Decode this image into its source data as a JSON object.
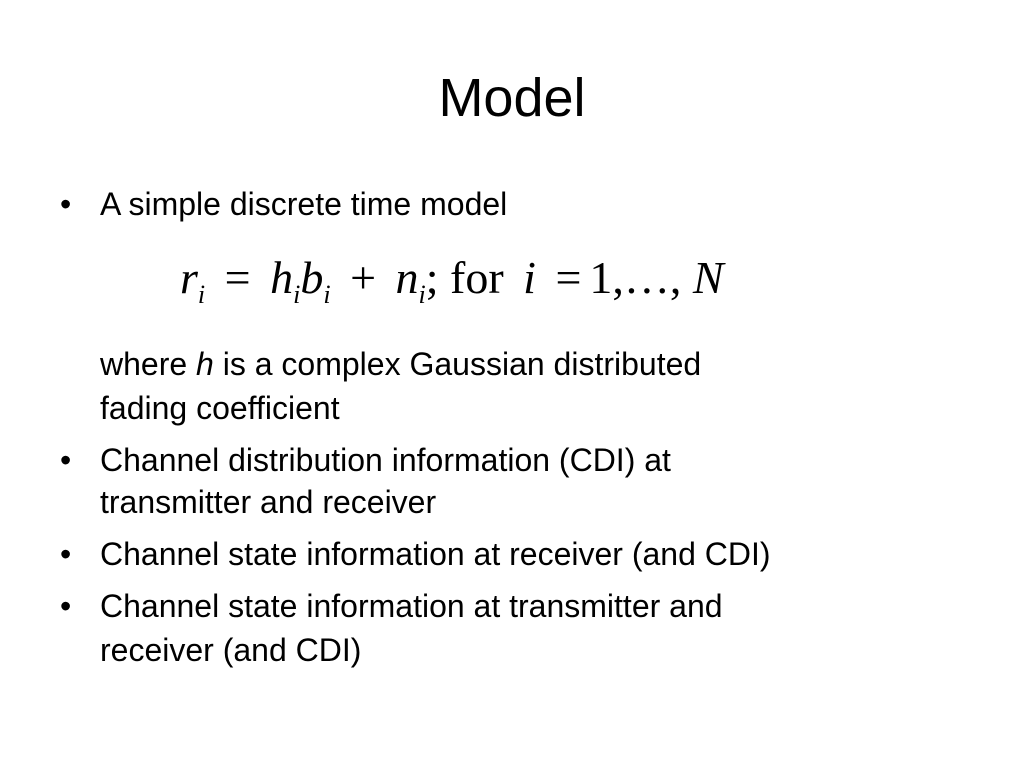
{
  "title": "Model",
  "bullets": [
    {
      "lines": [
        "A simple discrete time model"
      ]
    },
    {
      "lines": [
        "Channel distribution information (CDI) at",
        "transmitter and receiver"
      ]
    },
    {
      "lines": [
        "Channel state information at receiver (and CDI)"
      ]
    },
    {
      "lines": [
        "Channel state information at transmitter and",
        "receiver (and CDI)"
      ]
    }
  ],
  "bullet_symbol": "•",
  "equation": {
    "r": "r",
    "i": "i",
    "equals": "=",
    "h": "h",
    "b": "b",
    "plus": "+",
    "n": "n",
    "semicolon": ";",
    "for": "for",
    "one": "1,",
    "dots": "…,",
    "N": "N"
  },
  "note": {
    "before": "where ",
    "var": "h",
    "after": " is a complex Gaussian distributed",
    "line2": "fading coefficient"
  }
}
